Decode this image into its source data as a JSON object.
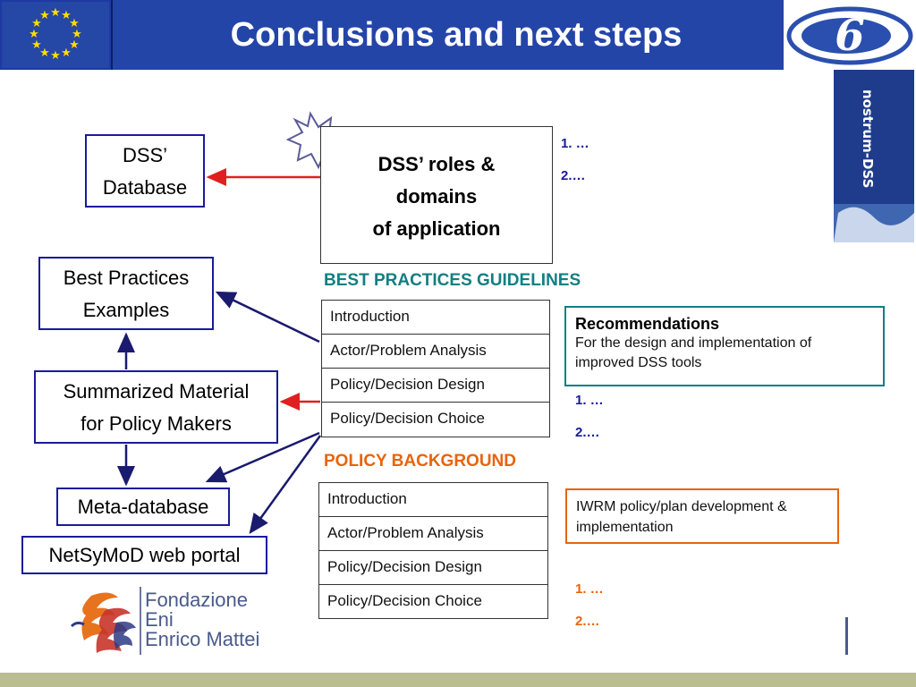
{
  "slide": {
    "title": "Conclusions and next steps"
  },
  "boxes": {
    "dss_database": [
      "DSS’",
      "Database"
    ],
    "dss_roles": [
      "DSS’ roles &",
      "domains",
      "of application"
    ],
    "best_practices": [
      "Best Practices",
      "Examples"
    ],
    "summarized": [
      "Summarized Material",
      "for Policy Makers"
    ],
    "meta_database": "Meta-database",
    "netsymod": "NetSyMoD web portal"
  },
  "list_top": [
    "1. …",
    "2.…"
  ],
  "best_practices_guidelines": {
    "heading": "BEST PRACTICES GUIDELINES",
    "rows": [
      "Introduction",
      "Actor/Problem Analysis",
      "Policy/Decision Design",
      "Policy/Decision Choice"
    ]
  },
  "policy_background": {
    "heading": "POLICY BACKGROUND",
    "rows": [
      "Introduction",
      "Actor/Problem Analysis",
      "Policy/Decision Design",
      "Policy/Decision Choice"
    ]
  },
  "recommendations": {
    "title": "Recommendations",
    "body": "For the design and implementation of improved DSS tools",
    "list": [
      "1. …",
      "2.…"
    ]
  },
  "iwrm": {
    "body": "IWRM policy/plan development & implementation",
    "list": [
      "1. …",
      "2.…"
    ]
  },
  "logos": {
    "feem_lines": [
      "Fondazione",
      "Eni",
      "Enrico Mattei"
    ],
    "nostrum": "nostrum-DSS",
    "fp6": "6"
  },
  "colors": {
    "header_blue": "#2445a8",
    "box_border": "#1a1a9c",
    "teal": "#117f83",
    "orange": "#e8640c",
    "red_arrow": "#e02020",
    "navy_arrow": "#1a1a6e",
    "footer": "#b9bd8f"
  }
}
